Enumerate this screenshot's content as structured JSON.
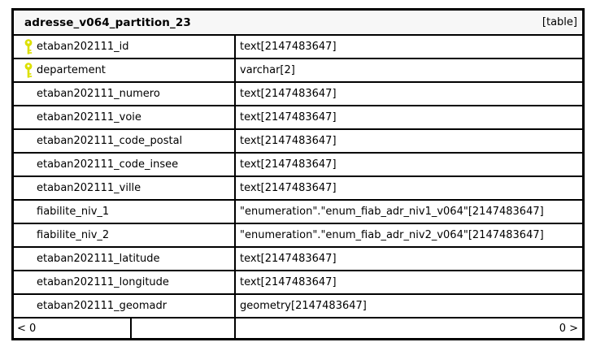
{
  "table": {
    "title": "adresse_v064_partition_23",
    "type_label": "[table]",
    "columns": [
      {
        "name": "etaban202111_id",
        "type": "text[2147483647]",
        "primary_key": true
      },
      {
        "name": "departement",
        "type": "varchar[2]",
        "primary_key": true
      },
      {
        "name": "etaban202111_numero",
        "type": "text[2147483647]",
        "primary_key": false
      },
      {
        "name": "etaban202111_voie",
        "type": "text[2147483647]",
        "primary_key": false
      },
      {
        "name": "etaban202111_code_postal",
        "type": "text[2147483647]",
        "primary_key": false
      },
      {
        "name": "etaban202111_code_insee",
        "type": "text[2147483647]",
        "primary_key": false
      },
      {
        "name": "etaban202111_ville",
        "type": "text[2147483647]",
        "primary_key": false
      },
      {
        "name": "fiabilite_niv_1",
        "type": "\"enumeration\".\"enum_fiab_adr_niv1_v064\"[2147483647]",
        "primary_key": false
      },
      {
        "name": "fiabilite_niv_2",
        "type": "\"enumeration\".\"enum_fiab_adr_niv2_v064\"[2147483647]",
        "primary_key": false
      },
      {
        "name": "etaban202111_latitude",
        "type": "text[2147483647]",
        "primary_key": false
      },
      {
        "name": "etaban202111_longitude",
        "type": "text[2147483647]",
        "primary_key": false
      },
      {
        "name": "etaban202111_geomadr",
        "type": "geometry[2147483647]",
        "primary_key": false
      }
    ],
    "footer": {
      "children_label": "< 0",
      "parents_label": "0 >"
    },
    "icons": {
      "primary_key": "key-icon"
    },
    "colors": {
      "key_icon": "#dce000",
      "header_bg": "#f7f7f7",
      "border": "#000000",
      "row_bg": "#ffffff"
    }
  }
}
